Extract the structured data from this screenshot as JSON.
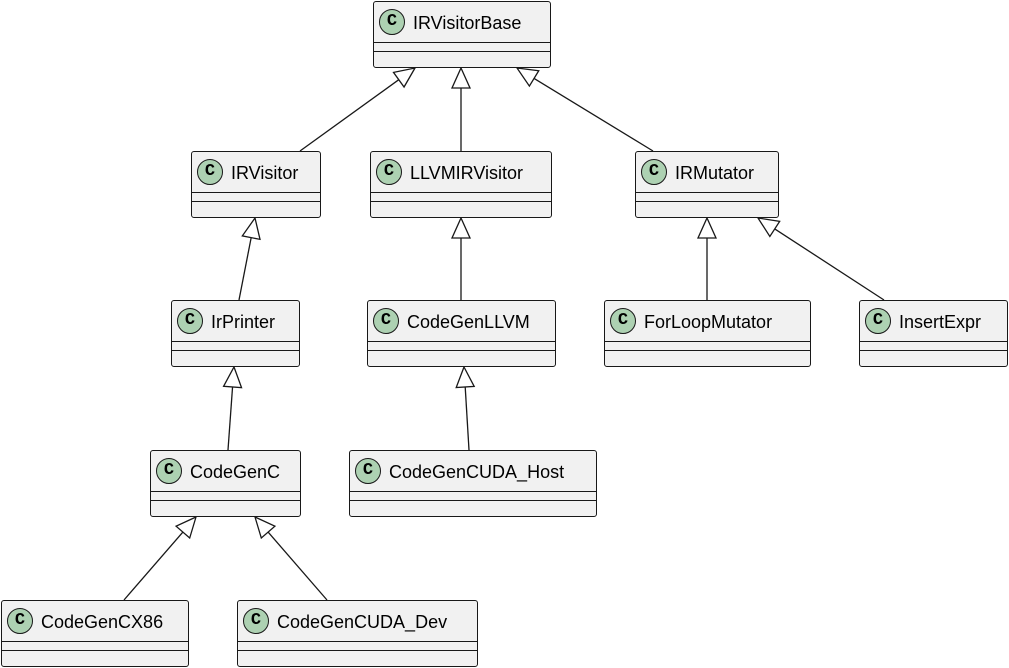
{
  "diagram": {
    "stereotype_letter": "C",
    "colors": {
      "class_fill": "#f1f1f1",
      "circle_fill": "#add1b2",
      "stroke": "#181818"
    },
    "classes": {
      "irvisitorbase": "IRVisitorBase",
      "irvisitor": "IRVisitor",
      "llvmirvisitor": "LLVMIRVisitor",
      "irmutator": "IRMutator",
      "irprinter": "IrPrinter",
      "codegenllvm": "CodeGenLLVM",
      "forloopmutator": "ForLoopMutator",
      "insertexpr": "InsertExpr",
      "codegenc": "CodeGenC",
      "codegencuda_host": "CodeGenCUDA_Host",
      "codegencx86": "CodeGenCX86",
      "codegencuda_dev": "CodeGenCUDA_Dev"
    },
    "inheritance": [
      {
        "child": "irvisitor",
        "parent": "irvisitorbase"
      },
      {
        "child": "llvmirvisitor",
        "parent": "irvisitorbase"
      },
      {
        "child": "irmutator",
        "parent": "irvisitorbase"
      },
      {
        "child": "irprinter",
        "parent": "irvisitor"
      },
      {
        "child": "codegenllvm",
        "parent": "llvmirvisitor"
      },
      {
        "child": "forloopmutator",
        "parent": "irmutator"
      },
      {
        "child": "insertexpr",
        "parent": "irmutator"
      },
      {
        "child": "codegenc",
        "parent": "irprinter"
      },
      {
        "child": "codegencuda_host",
        "parent": "codegenllvm"
      },
      {
        "child": "codegencx86",
        "parent": "codegenc"
      },
      {
        "child": "codegencuda_dev",
        "parent": "codegenc"
      }
    ]
  }
}
